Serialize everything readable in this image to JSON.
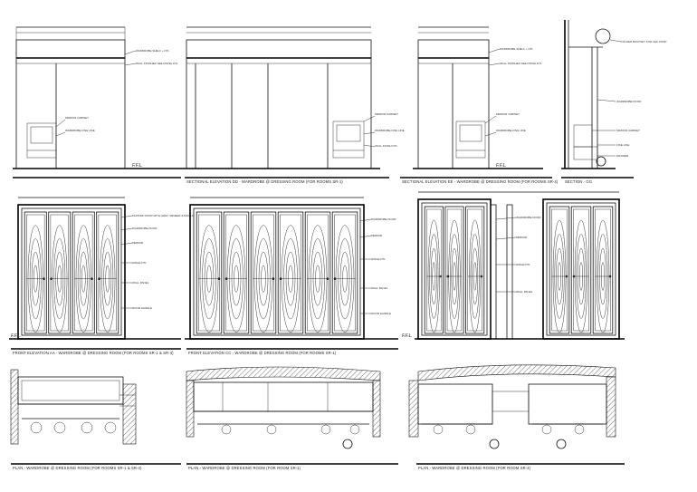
{
  "sheet": {
    "background": "#ffffff",
    "line_color": "#111111",
    "floor_label": "F.F.L."
  },
  "top_row": [
    {
      "id": "elev-a",
      "caption": "",
      "notes": [
        "WARDROBE SHELF + DTL",
        "WALL FINISHED SEE FINISH DTL",
        "MIRROR CABINET",
        "WARDROBE FINE LINE"
      ]
    },
    {
      "id": "elev-b",
      "caption": "SECTIONAL ELEVATION DD - WARDROBE @ DRESSING ROOM (FOR ROOMS SR-1)",
      "notes": [
        "MIRROR CABINET",
        "WARDROBE FINE LINE",
        "WALL FINISH DTL"
      ]
    },
    {
      "id": "elev-c",
      "caption": "SECTIONAL ELEVATION EE - WARDROBE @ DRESSING ROOM (FOR ROOMS SR-4)",
      "notes": [
        "WARDROBE SHELF + DTL",
        "WALL FINISHED SEE FINISH DTL",
        "MIRROR CABINET",
        "WARDROBE FINE LINE"
      ]
    },
    {
      "id": "section-gg",
      "caption": "SECTION - GG",
      "notes": [
        "FOLDED BACKSET FOR LED STRIP",
        "WARDROBE DOOR",
        "MIRROR CABINET",
        "FINE LINE",
        "DRAWER"
      ]
    }
  ],
  "middle_row": [
    {
      "id": "front-a",
      "caption": "FRONT ELEVATION AA - WARDROBE @ DRESSING ROOM (FOR ROOMS SR-1 & SR-4)",
      "panels": 4,
      "notes": [
        "PAINTED DOOR WITH GREY VENEER & MOULD",
        "WARDROBE DOOR",
        "MIRROR",
        "HINGE DTL",
        "WALL PANEL",
        "DOOR HANDLE"
      ]
    },
    {
      "id": "front-b",
      "caption": "FRONT ELEVATION CC - WARDROBE @ DRESSING ROOM (FOR ROOMS SR-1)",
      "panels": 6,
      "notes": [
        "WARDROBE DOOR",
        "MIRROR",
        "HINGE DTL",
        "WALL PANEL",
        "DOOR HANDLE"
      ]
    },
    {
      "id": "front-c",
      "caption": "",
      "panels": 6,
      "notes": [
        "WARDROBE DOOR",
        "MIRROR",
        "HINGE DTL",
        "WALL PANEL"
      ]
    }
  ],
  "bottom_row": [
    {
      "id": "plan-a",
      "caption": "PLAN - WARDROBE @ DRESSING ROOM (FOR ROOMS SR-1 & SR-4)"
    },
    {
      "id": "plan-b",
      "caption": "PLAN - WARDROBE @ DRESSING ROOM (FOR ROOM SR-1)"
    },
    {
      "id": "plan-c",
      "caption": "PLAN - WARDROBE @ DRESSING ROOM (FOR ROOM SR-4)"
    }
  ]
}
